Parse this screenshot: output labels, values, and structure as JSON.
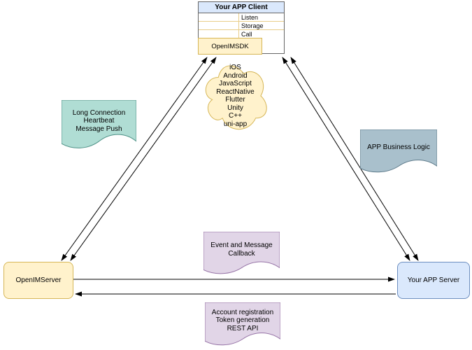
{
  "palette": {
    "yellow_fill": "#fff2cc",
    "yellow_stroke": "#d6b656",
    "blue_fill": "#dae8fc",
    "blue_stroke": "#6c8ebf",
    "teal_fill": "#b0ddd4",
    "teal_stroke": "#4c9085",
    "slate_fill": "#a9c0cc",
    "slate_stroke": "#5d7a8a",
    "purple_fill": "#e1d5e7",
    "purple_stroke": "#9673a6",
    "line_color": "#000000",
    "box_stroke": "#666666",
    "grid_line": "#e8cd88"
  },
  "client_box": {
    "title": "Your APP Client",
    "rows": [
      "Listen",
      "Storage",
      "Call"
    ],
    "sdk_label": "OpenIMSDK"
  },
  "cloud": {
    "platforms": [
      "iOS",
      "Android",
      "JavaScript",
      "ReactNative",
      "Flutter",
      "Unity",
      "C++",
      "uni-app"
    ]
  },
  "notes": {
    "long_connection": {
      "lines": [
        "Long Connection",
        "Heartbeat",
        "Message Push"
      ]
    },
    "app_business_logic": {
      "lines": [
        "APP Business Logic"
      ]
    },
    "event_callback": {
      "lines": [
        "Event and Message",
        "Callback"
      ]
    },
    "account_registration": {
      "lines": [
        "Account registration",
        "Token generation",
        "REST API"
      ]
    }
  },
  "nodes": {
    "openim_server": {
      "label": "OpenIMServer"
    },
    "your_app_server": {
      "label": "Your APP Server"
    }
  }
}
